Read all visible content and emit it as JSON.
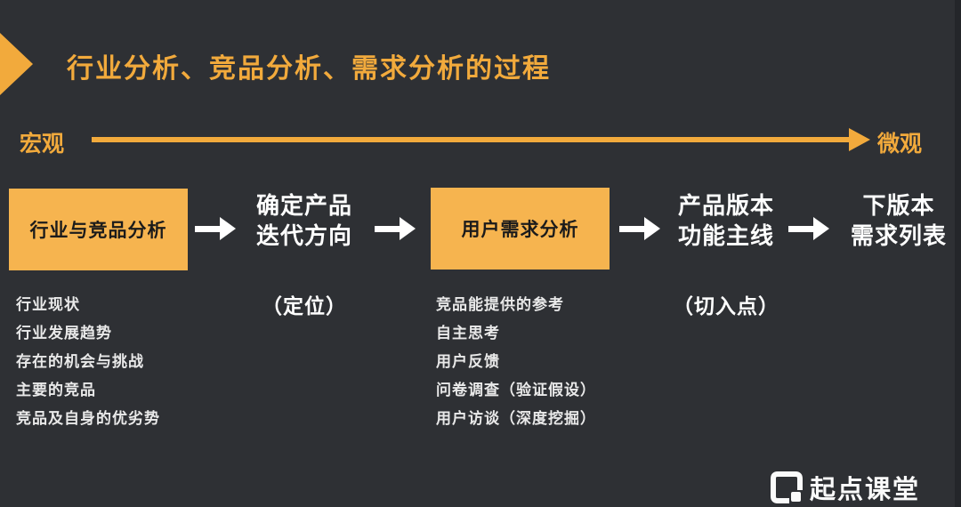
{
  "title": "行业分析、竞品分析、需求分析的过程",
  "axis": {
    "left_label": "宏观",
    "right_label": "微观"
  },
  "flow": {
    "step1_label": "行业与竞品分析",
    "step2_line1": "确定产品",
    "step2_line2": "迭代方向",
    "step2_note": "（定位）",
    "step3_label": "用户需求分析",
    "step4_line1": "产品版本",
    "step4_line2": "功能主线",
    "step4_note": "（切入点）",
    "step5_line1": "下版本",
    "step5_line2": "需求列表"
  },
  "lists": {
    "industry": [
      "行业现状",
      "行业发展趋势",
      "存在的机会与挑战",
      "主要的竞品",
      "竞品及自身的优劣势"
    ],
    "user_research": [
      "竞品能提供的参考",
      "自主思考",
      "用户反馈",
      "问卷调查（验证假设）",
      "用户访谈（深度挖掘）"
    ]
  },
  "logo": {
    "text": "起点课堂",
    "icon": "qidian-logo-icon"
  },
  "colors": {
    "background": "#2E3034",
    "accent_orange": "#F2AA3C",
    "box_orange": "#F6B44F",
    "flow_arrow_white": "#FFFFFF",
    "box_text_black": "#1B1B1B"
  }
}
